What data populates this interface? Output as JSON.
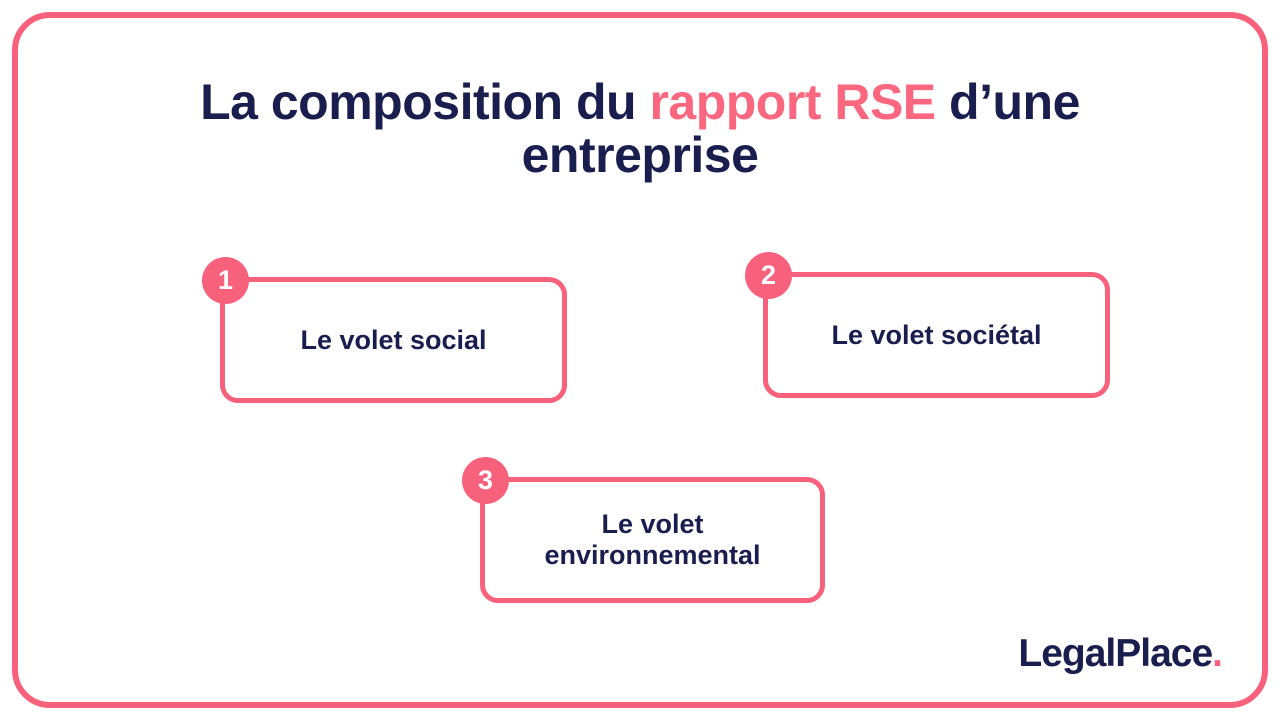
{
  "title": {
    "prefix": "La composition du ",
    "highlight": "rapport RSE",
    "suffix": " d’une entreprise"
  },
  "items": [
    {
      "number": "1",
      "label": "Le volet social"
    },
    {
      "number": "2",
      "label": "Le volet sociétal"
    },
    {
      "number": "3",
      "label": "Le volet environnemental"
    }
  ],
  "logo": {
    "name": "LegalPlace",
    "dot": "."
  },
  "colors": {
    "navy": "#1A1E4E",
    "pink": "#F8617B",
    "title_pink": "#FC6780"
  }
}
